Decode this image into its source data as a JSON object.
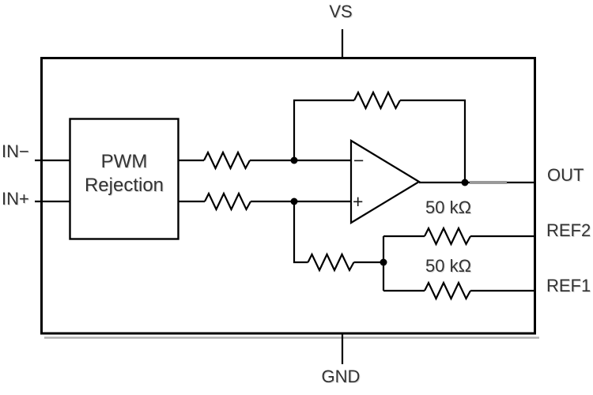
{
  "diagram": {
    "type": "circuit-schematic",
    "pins": {
      "vs": "VS",
      "gnd": "GND",
      "in_minus": "IN−",
      "in_plus": "IN+",
      "out": "OUT",
      "ref2": "REF2",
      "ref1": "REF1"
    },
    "blocks": {
      "pwm_rejection": {
        "line1": "PWM",
        "line2": "Rejection"
      }
    },
    "opamp": {
      "inverting_input_label": "−",
      "noninverting_input_label": "+"
    },
    "resistors": {
      "ref2_value": "50 kΩ",
      "ref1_value": "50 kΩ"
    },
    "colors": {
      "wire": "#000000",
      "text": "#333333",
      "out_wire_gray": "#999999",
      "box_shadow": "#b0b0b0",
      "background": "#ffffff"
    }
  }
}
